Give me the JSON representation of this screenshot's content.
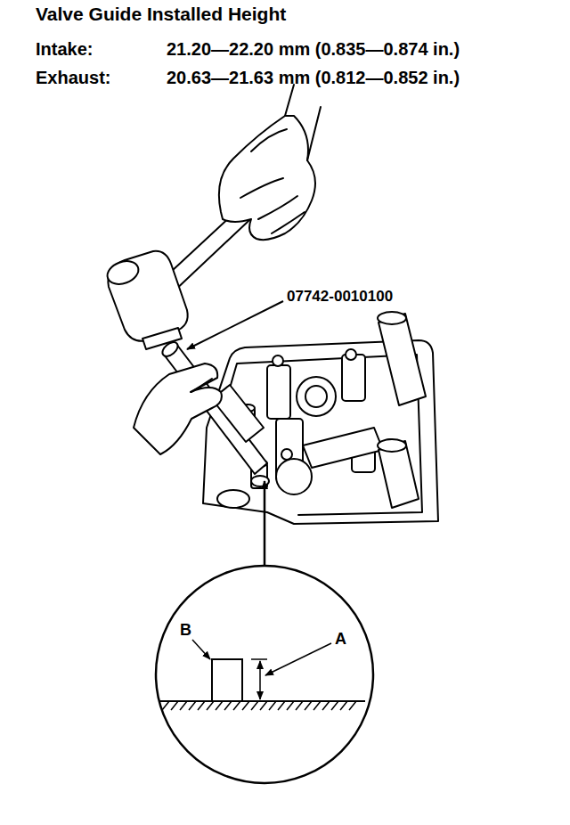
{
  "diagram": {
    "title": "Valve Guide Installed Height",
    "labels": [
      "Intake:",
      "21.20—22.20 mm (0.835—0.874 in.)",
      "Exhaust:",
      "20.63—21.63 mm (0.812—0.852 in.)",
      "07742-0010100",
      "B",
      "A"
    ]
  }
}
